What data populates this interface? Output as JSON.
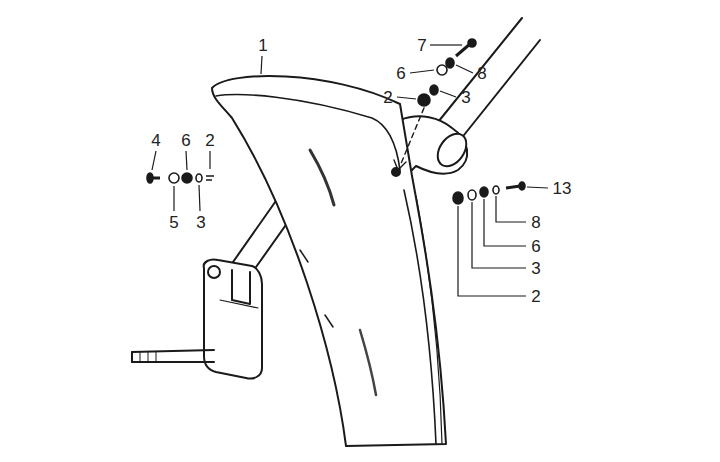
{
  "diagram": {
    "labels": [
      "1",
      "7",
      "6",
      "8",
      "2",
      "3",
      "4",
      "6",
      "2",
      "5",
      "3",
      "13",
      "8",
      "6",
      "3",
      "2"
    ]
  }
}
